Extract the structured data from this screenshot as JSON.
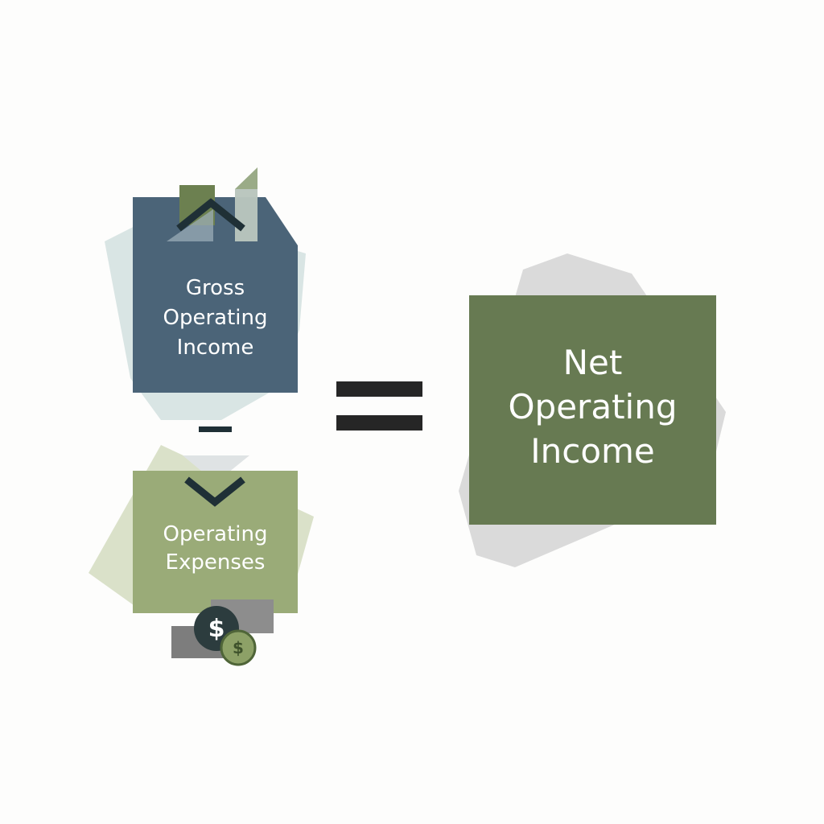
{
  "equation": {
    "gross_operating_income": {
      "lines": [
        "Gross",
        "Operating",
        "Income"
      ],
      "color": "#4b6478"
    },
    "operator_minus": "−",
    "operating_expenses": {
      "lines": [
        "Operating",
        "Expenses"
      ],
      "color": "#9aab78"
    },
    "operator_equals": "=",
    "net_operating_income": {
      "lines": [
        "Net",
        "Operating",
        "Income"
      ],
      "color": "#677a52"
    },
    "coin_symbols": [
      "$",
      "$"
    ]
  }
}
